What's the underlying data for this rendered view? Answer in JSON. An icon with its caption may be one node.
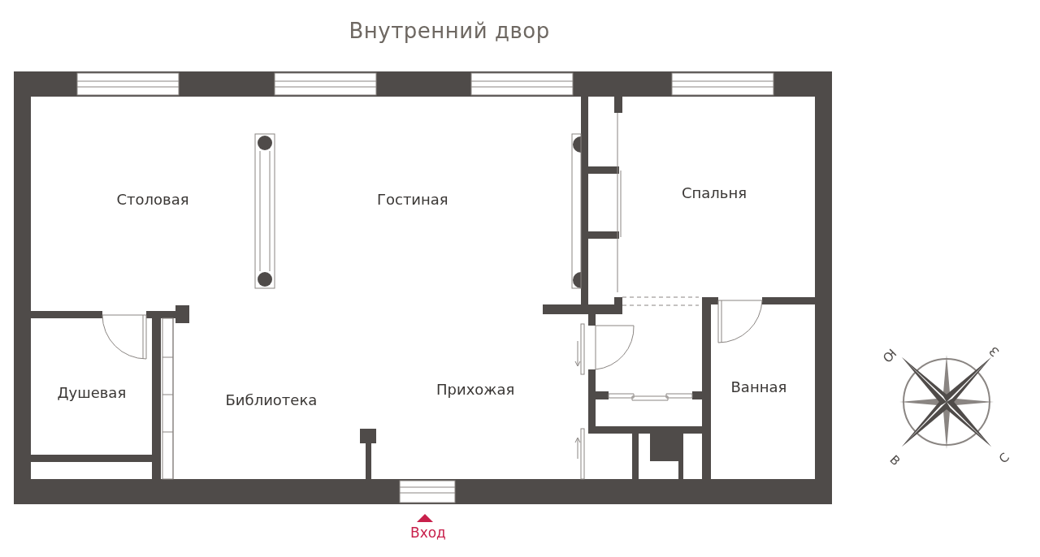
{
  "diagram": {
    "labels": [
      "Внутренний двор",
      "Столовая",
      "Гостиная",
      "Спальня",
      "Душевая",
      "Библиотека",
      "Прихожая",
      "Ванная",
      "Вход",
      "Ю",
      "З",
      "В",
      "С"
    ]
  }
}
